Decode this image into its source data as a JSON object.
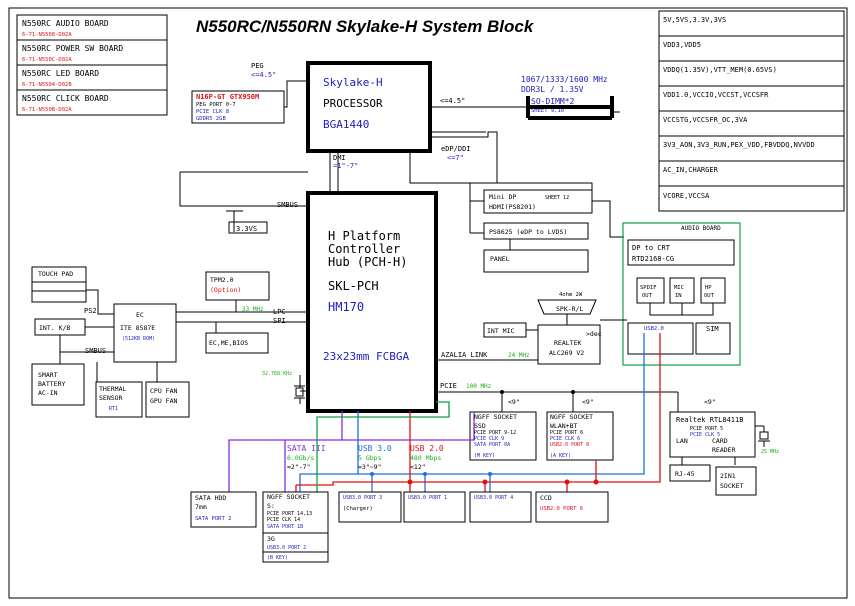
{
  "title": "N550RC/N550RN  Skylake-H System Block",
  "boards": [
    {
      "name": "N550RC AUDIO BOARD",
      "pn": "6-71-N5508-D02A"
    },
    {
      "name": "N550RC POWER SW BOARD",
      "pn": "6-71-N550C-D02A"
    },
    {
      "name": "N550RC LED BOARD",
      "pn": "6-71-N5504-D02B"
    },
    {
      "name": "N550RC CLICK BOARD",
      "pn": "6-71-N550B-D02A"
    }
  ],
  "power_rails": [
    "5V,5VS,3.3V,3VS",
    "VDD3,VDD5",
    "VDDQ(1.35V),VTT_MEM(0.65VS)",
    "VDD1.0,VCCIO,VCCST,VCCSFR",
    "VCCSTG,VCCSFR_OC,3VA",
    "3V3_AON,3V3_RUN,PEX_VDD,FBVDDQ,NVVDD",
    "AC_IN,CHARGER",
    "VCORE,VCCSA"
  ],
  "cpu": {
    "line1": "Skylake-H",
    "line2": "PROCESSOR",
    "line3": "BGA1440"
  },
  "pch": {
    "line1": "H Platform",
    "line2": "Controller",
    "line3": "Hub (PCH-H)",
    "line4": "SKL-PCH",
    "line5": "HM170",
    "line6": "23x23mm FCBGA"
  },
  "gpu": {
    "name": "N16P-GT GTX950M",
    "l1": "PEG PORT 0-7",
    "l2": "PCIE CLK 8",
    "l3": "GDDR5 2GB"
  },
  "peg": {
    "label": "PEG",
    "len": "<=4.5\""
  },
  "memory": {
    "speed": "1067/1333/1600 MHz",
    "type": "DDR3L / 1.35V",
    "len": "<=4.5\"",
    "slot": "SO-DIMM*2",
    "sheet": "SHEET 9,10"
  },
  "edp": {
    "label": "eDP/DDI",
    "len": "<=7\""
  },
  "dmi": {
    "label": "DMI",
    "len": "=1\"-7\""
  },
  "smbus_top": "SMBUS",
  "v33": "3.3VS",
  "minidp": {
    "name": "Mini DP",
    "sheet": "SHEET 12",
    "sub": "HDMI(PS8201)"
  },
  "ps8625": "PS8625 (eDP to LVDS)",
  "panel": "PANEL",
  "audio_board": {
    "title": "AUDIO BOARD",
    "dp_crt": "DP to CRT",
    "rtd": "RTD2168-CG",
    "spdif": [
      "SPDIF",
      "OUT"
    ],
    "mic": [
      "MIC",
      "IN"
    ],
    "hp": [
      "HP",
      "OUT"
    ],
    "usb": "USB2.0",
    "sim": "SIM"
  },
  "speaker": {
    "watt": "4ohm 2W",
    "name": "SPK-R/L"
  },
  "int_mic": "INT MIC",
  "codec": {
    "dec": ">dec",
    "name": "REALTEK",
    "model": "ALC269 V2"
  },
  "azalia": {
    "label": "AZALIA LINK",
    "freq": "24 MHz"
  },
  "touchpad": "TOUCH PAD",
  "ps2": "PS2",
  "tpm": {
    "name": "TPM2.0",
    "opt": "(Option)"
  },
  "lpc": {
    "freq": "33 MHz",
    "lpc": "LPC",
    "spi": "SPI"
  },
  "ec": {
    "label": "EC",
    "model": "ITE 8587E",
    "rom": "(512KB ROM)"
  },
  "kb": "INT. K/B",
  "smbus_ec": "SMBUS",
  "ec_bios": "EC,ME,BIOS",
  "battery": [
    "SMART",
    "BATTERY",
    "AC-IN"
  ],
  "thermal": {
    "l1": "THERMAL",
    "l2": "SENSOR",
    "l3": "RT1"
  },
  "fan": [
    "CPU FAN",
    "GPU FAN"
  ],
  "xtal": "32.768 KHz",
  "pcie": {
    "label": "PCIE",
    "freq": "100 MHz"
  },
  "len9a": "<9\"",
  "len9b": "<9\"",
  "len9c": "<9\"",
  "ssd": {
    "t": "NGFF SOCKET",
    "a": "SSD",
    "b": "PCIE PORT 9-12",
    "c": "PCIE CLK 9",
    "d": "SATA PORT 0A",
    "e": "(M KEY)"
  },
  "wlan": {
    "t": "NGFF SOCKET",
    "a": "WLAN+BT",
    "b": "PCIE PORT 6",
    "c": "PCIE CLK 6",
    "d": "USB2.0 PORT 8",
    "e": "(A KEY)"
  },
  "lan": {
    "t": "Realtek RTL8411B",
    "a": "PCIE PORT 5",
    "b": "PCIE CLK 5",
    "c": "LAN",
    "d": "CARD",
    "e": "READER",
    "f": "25 MHz"
  },
  "rj45": "RJ-45",
  "socket2in1": [
    "2IN1",
    "SOCKET"
  ],
  "sata": {
    "label": "SATA III",
    "speed": "6.0Gb/s",
    "len": "=2\"-7\""
  },
  "usb3": {
    "label": "USB 3.0",
    "speed": "5 Gbps",
    "len": "=3\"~9\""
  },
  "usb2": {
    "label": "USB 2.0",
    "speed": "480 Mbps",
    "len": "<12\""
  },
  "hdd": {
    "a": "SATA HDD",
    "b": "7mm",
    "c": "SATA PORT 2"
  },
  "ngff3g": {
    "t": "NGFF SOCKET",
    "a": "S:",
    "b": "PCIE PORT 14,13",
    "c": "PCIE CLK 14",
    "d": "SATA PORT 1B",
    "e": "3G",
    "f": "USB3.0 PORT 2",
    "g": "(B KEY)"
  },
  "usb_port3": {
    "a": "USB3.0 PORT 3",
    "b": "(Charger)"
  },
  "usb_port1": "USB3.0 PORT 1",
  "usb_port4": "USB3.0 PORT 4",
  "ccd": {
    "a": "CCD",
    "b": "USB2.0 PORT 6"
  }
}
